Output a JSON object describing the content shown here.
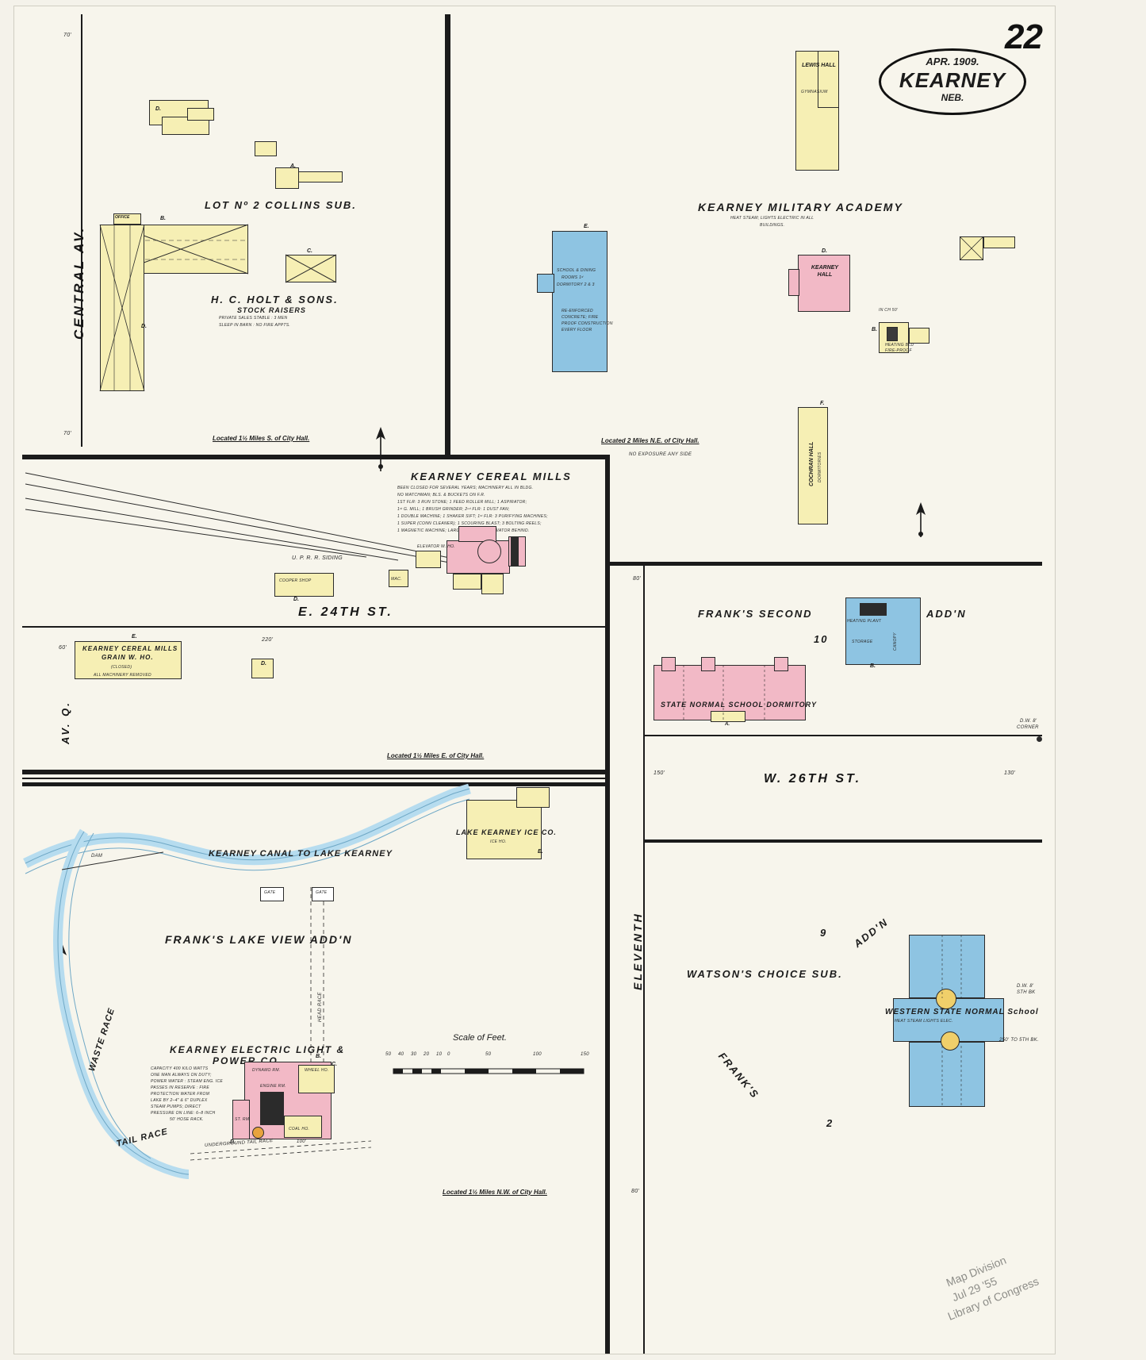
{
  "sheet": {
    "page_number": "22",
    "cartouche": {
      "date": "APR. 1909.",
      "city": "KEARNEY",
      "state": "NEB."
    },
    "loc_stamp": [
      "Map Division",
      "Jul 29 '55",
      "Library of Congress"
    ]
  },
  "streets": {
    "central_av": "CENTRAL  AV.",
    "e24th": "E.   24TH   ST.",
    "av_q": "AV. Q.",
    "w26th": "W.   26TH   ST.",
    "eleventh": "ELEVENTH"
  },
  "locators": [
    {
      "text": "Located 1½ Miles S. of City Hall."
    },
    {
      "text": "Located 2 Miles N.E. of City Hall."
    },
    {
      "text": "Located 1½ Miles E. of City Hall."
    },
    {
      "text": "Located 1½ Miles N.W. of City Hall."
    }
  ],
  "blocks": {
    "collins": {
      "title": "LOT  Nº 2  COLLINS  SUB.",
      "firm": "H. C. HOLT & SONS.",
      "trade": "STOCK RAISERS",
      "notes": [
        "PRIVATE SALES STABLE : 3 MEN",
        "SLEEP IN BARN : NO FIRE APPTS."
      ],
      "office_label": "OFFICE",
      "small_labels": [
        "D.",
        "A.",
        "B.",
        "C.",
        "D."
      ]
    },
    "academy": {
      "title": "KEARNEY MILITARY ACADEMY",
      "sub1": "HEAT STEAM; LIGHTS ELECTRIC IN ALL",
      "sub2": "BUILDINGS.",
      "lewis_hall": "LEWIS HALL",
      "lewis_sub": "GYMNASIUM",
      "kearney_hall": "KEARNEY HALL",
      "cochran_hall": "COCHRAN HALL",
      "cochran_sub": "DORMITORIES",
      "dorm_note": [
        "SCHOOL & DINING",
        "ROOMS 1ᵈ",
        "DORMITORY 2 & 3"
      ],
      "fireproof_note": [
        "RE-ENFORCED",
        "CONCRETE; FIRE",
        "PROOF CONSTRUCTION",
        "EVERY FLOOR"
      ],
      "heating": [
        "HEATING BLD",
        "FIRE-PROOF"
      ],
      "exposure": "NO EXPOSURE ANY SIDE",
      "corner_note": "IN CH 50'"
    },
    "cereal_mills": {
      "title": "KEARNEY CEREAL MILLS",
      "notes": [
        "BEEN CLOSED FOR SEVERAL YEARS; MACHINERY ALL IN BLDG.",
        "NO WATCHMAN; BLS. & BUCKETS ON F.R.",
        "1ST FLR: 3 RUN STONE; 1 FEED ROLLER MILL; 1 ASPIRATOR;",
        "1ˢᵗ G. MILL; 1 BRUSH GRINDER; 2ⁿᵈ FLR: 1 DUST FAN;",
        "1 DOUBLE MACHINE; 1 SHAKER SIFT; 1ˢᵗ FLR: 3 PURIFYING MACHINES;",
        "1 SUPER (CONN CLEANER); 1 SCOURING BLAST; 3 BOLTING REELS;",
        "1 MAGNETIC MACHINE; LARGE CAPACITY; ELEVATOR BEHIND."
      ],
      "grain_house_title": "KEARNEY CEREAL MILLS",
      "grain_house_sub": "GRAIN W. HO.",
      "grain_house_note1": "(CLOSED)",
      "grain_house_note2": "ALL MACHINERY REMOVED",
      "cooper_shop": "COOPER SHOP",
      "upr_siding": "U. P. R. R.  SIDING",
      "dims": [
        "70'",
        "70'",
        "60'",
        "220'"
      ]
    },
    "franks_second": {
      "title": "FRANK'S  SECOND",
      "title2": "ADD'N",
      "lot": "10",
      "dorm": "STATE NORMAL SCHOOL DORMITORY",
      "heating_plant": "HEATING PLANT",
      "storage": "STORAGE",
      "canopy": "CANOPY",
      "dw_note": "D.W. 8'",
      "dw_note2": "CORNER",
      "dims": [
        "80'",
        "150'",
        "130'"
      ]
    },
    "lake_view": {
      "title": "FRANK'S  LAKE  VIEW  ADD'N",
      "ice_co": "LAKE  KEARNEY  ICE  CO.",
      "ice_ho": "ICE HO.",
      "canal": "KEARNEY  CANAL  TO  LAKE  KEARNEY",
      "waste_race": "WASTE RACE",
      "tail_race": "TAIL RACE",
      "under_tail": "UNDERGROUND TAIL RACE",
      "dam": "DAM",
      "gate1": "GATE",
      "gate2": "GATE",
      "head_race": "HEAD RACE",
      "power": {
        "title1": "KEARNEY ELECTRIC LIGHT &",
        "title2": "POWER CO.",
        "notes": [
          "CAPACITY 400 KILO WATTS",
          "ONE MAN ALWAYS ON DUTY;",
          "POWER WATER : STEAM ENG. ICE",
          "PASSES IN RESERVE : FIRE",
          "PROTECTION WATER FROM",
          "LAKE BY 2–4\" & 6\" DUPLEX",
          "STEAM PUMPS; DIRECT",
          "PRESSURE ON LINE: 6–8 INCH",
          "50' HOSE RACK."
        ],
        "rooms": [
          "DYNAMO RM.",
          "WHEEL HO.",
          "ENGINE RM.",
          "ST. RM.",
          "COAL HO."
        ],
        "dim": "100'"
      }
    },
    "watsons": {
      "title": "WATSON'S  CHOICE  SUB.",
      "addn": "ADD'N",
      "franks": "FRANK'S",
      "lot9": "9",
      "lot2": "2",
      "school": "WESTERN STATE NORMAL  School",
      "school_sub": "HEAT  STEAM    LIGHTS ELEC.",
      "note1": "D.W. 8'",
      "note2": "STH BK",
      "note3": "250' TO 5TH BK.",
      "dim": "80'"
    }
  },
  "scale": {
    "title": "Scale of Feet.",
    "ticks": [
      "50",
      "40",
      "30",
      "20",
      "10",
      "0",
      "50",
      "100",
      "150"
    ]
  },
  "colors": {
    "yellow_frame": "#f6efb4",
    "pink_brick": "#f2b9c6",
    "blue_stone": "#8ec4e2",
    "water": "#b6dcef",
    "ink": "#1b1b1b",
    "paper": "#f7f5ec"
  }
}
